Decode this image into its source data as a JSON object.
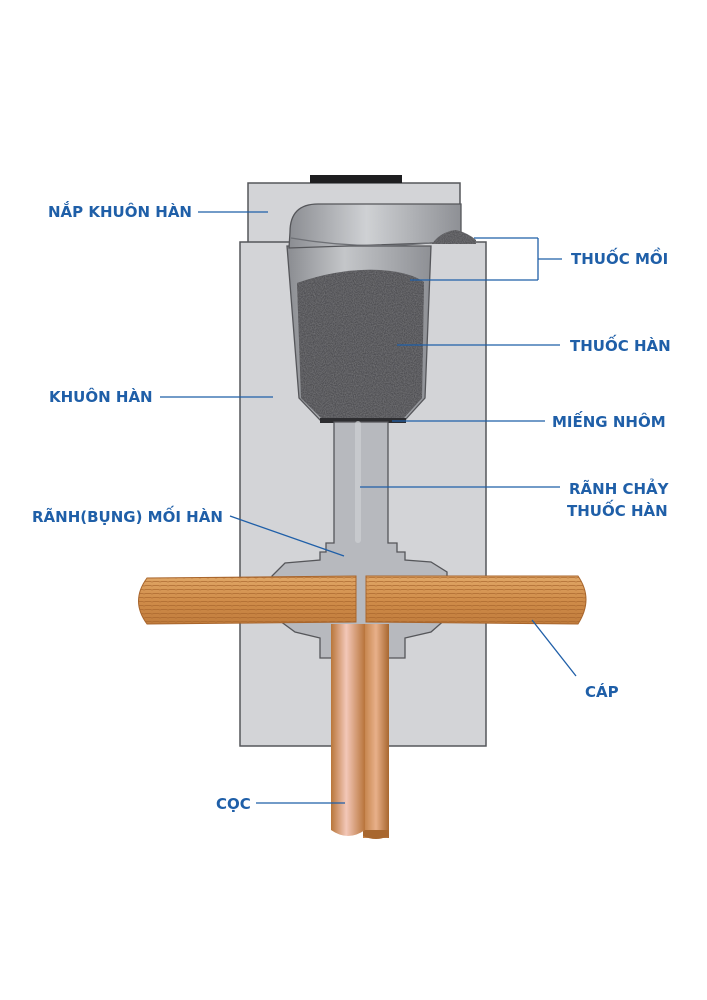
{
  "colors": {
    "label": "#1f5fa8",
    "mold": "#d3d4d7",
    "mold_edge": "#55565a",
    "channel": "#b4b6bb",
    "powder": "#4a4a4c",
    "copper": "#d49452"
  },
  "labels": {
    "lid": "NẮP KHUÔN HÀN",
    "starter": "THUỐC MỒI",
    "powder": "THUỐC HÀN",
    "mold": "KHUÔN HÀN",
    "disk": "MIẾNG NHÔM",
    "channel_line1": "RÃNH CHẢY",
    "channel_line2": "THUỐC HÀN",
    "cavity": "RÃNH(BỤNG) MỐI HÀN",
    "cable": "CÁP",
    "rod": "CỌC"
  }
}
